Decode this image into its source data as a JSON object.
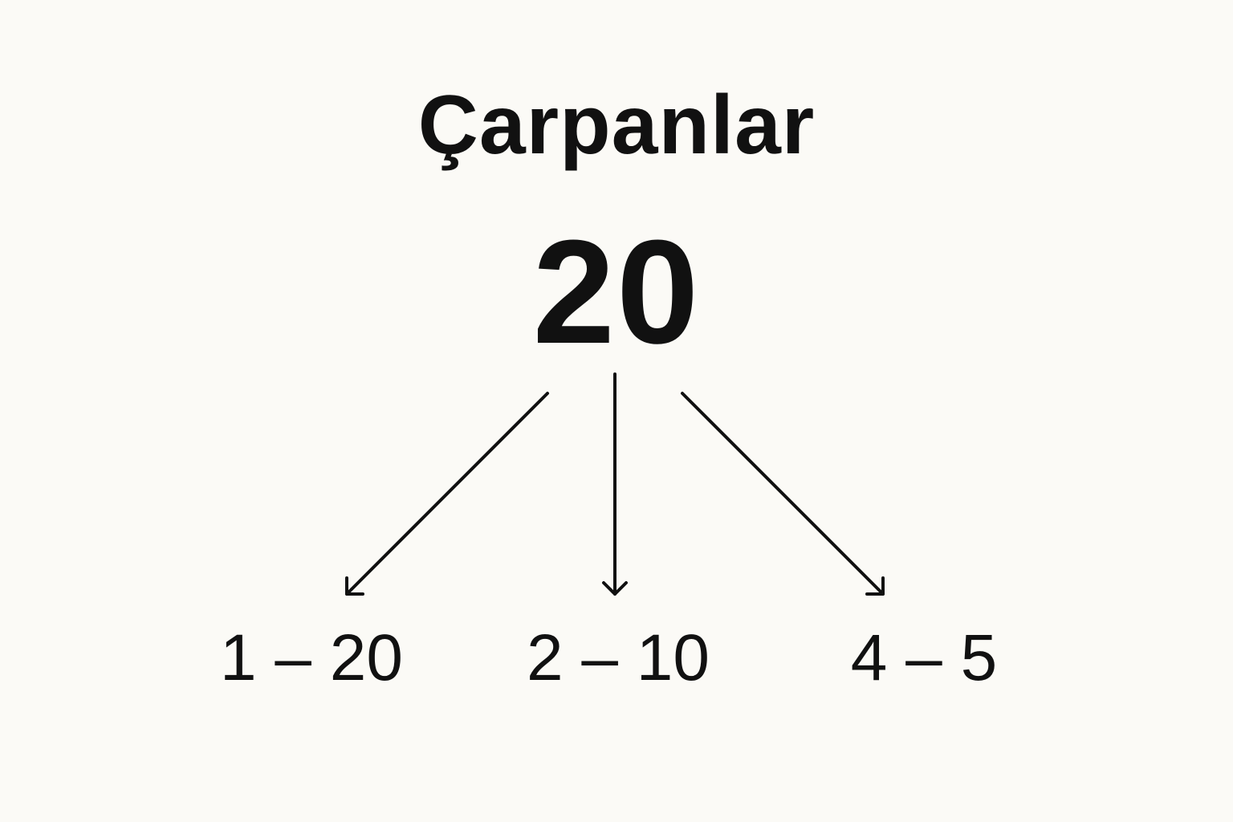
{
  "diagram": {
    "title": "Çarpanlar",
    "root": "20",
    "factor_pairs": [
      {
        "label": "1 – 20"
      },
      {
        "label": "2 – 10"
      },
      {
        "label": "4 – 5"
      }
    ]
  },
  "colors": {
    "background": "#fbfaf6",
    "ink": "#111111"
  }
}
